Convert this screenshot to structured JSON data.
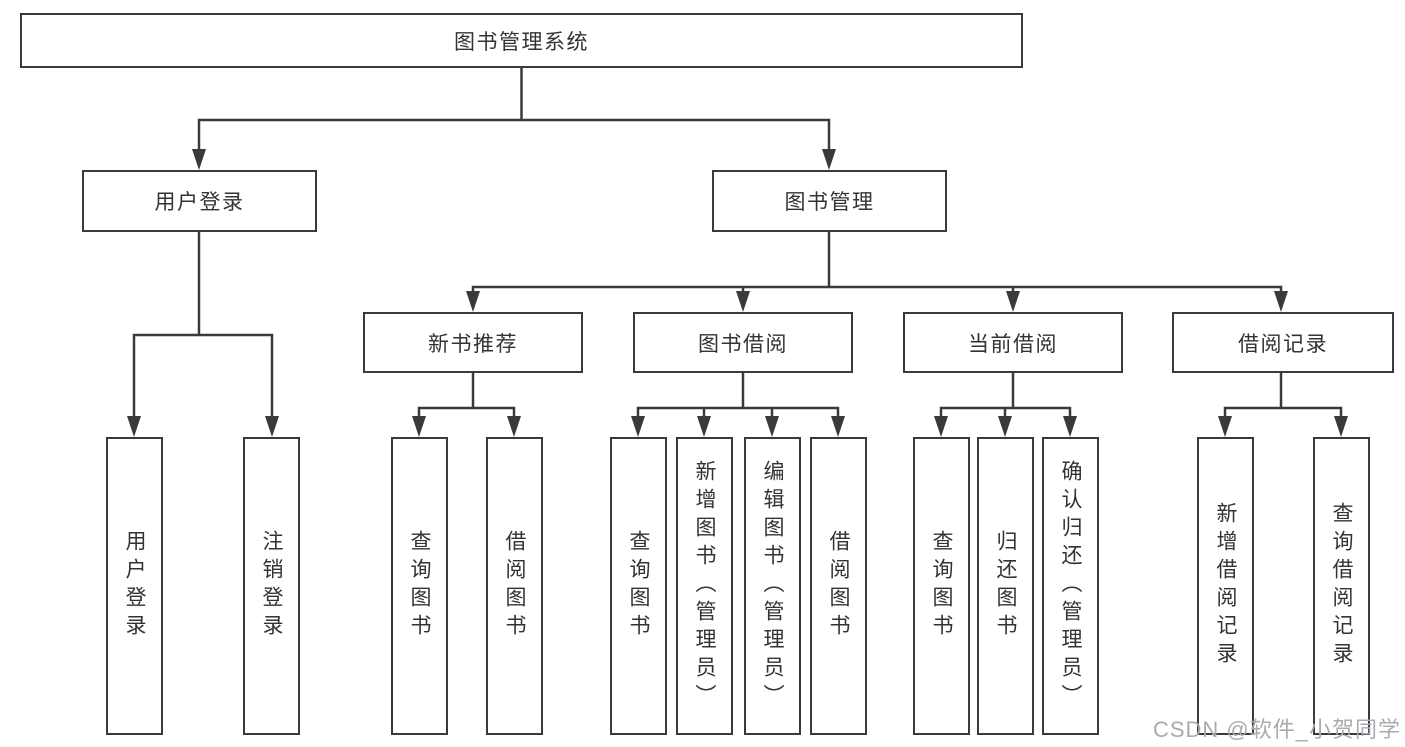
{
  "diagram": {
    "root": {
      "label": "图书管理系统"
    },
    "level2": [
      {
        "label": "用户登录",
        "children": [
          {
            "label": "用户登录"
          },
          {
            "label": "注销登录"
          }
        ]
      },
      {
        "label": "图书管理",
        "children": [
          {
            "label": "新书推荐",
            "children": [
              {
                "label": "查询图书"
              },
              {
                "label": "借阅图书"
              }
            ]
          },
          {
            "label": "图书借阅",
            "children": [
              {
                "label": "查询图书"
              },
              {
                "label": "新增图书（管理员）"
              },
              {
                "label": "编辑图书（管理员）"
              },
              {
                "label": "借阅图书"
              }
            ]
          },
          {
            "label": "当前借阅",
            "children": [
              {
                "label": "查询图书"
              },
              {
                "label": "归还图书"
              },
              {
                "label": "确认归还（管理员）"
              }
            ]
          },
          {
            "label": "借阅记录",
            "children": [
              {
                "label": "新增借阅记录"
              },
              {
                "label": "查询借阅记录"
              }
            ]
          }
        ]
      }
    ],
    "line_color": "#3a3a3a",
    "watermark": "CSDN @软件_小贺同学"
  }
}
